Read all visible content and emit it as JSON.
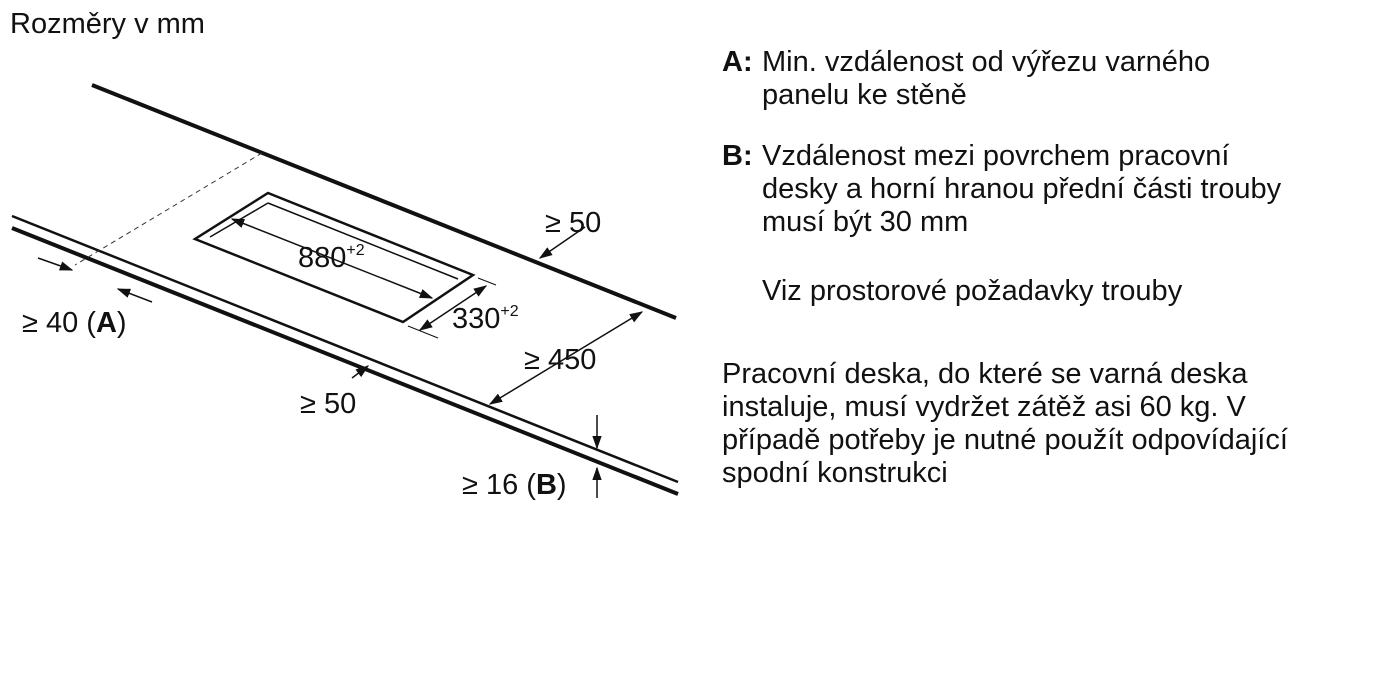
{
  "title": "Rozměry v mm",
  "diagram": {
    "dim_back": "≥ 50",
    "dim_width": "880",
    "dim_width_tol": "+2",
    "dim_depth": "330",
    "dim_depth_tol": "+2",
    "dim_front": "≥ 450",
    "dim_side": "≥ 50",
    "dim_wall_value": "≥ 40 (",
    "dim_wall_key": "A",
    "dim_wall_close": ")",
    "dim_thickness_value": "≥ 16 (",
    "dim_thickness_key": "B",
    "dim_thickness_close": ")"
  },
  "notes": {
    "a_key": "A:",
    "a_text": "Min. vzdálenost od výřezu varného panelu ke stěně",
    "b_key": "B:",
    "b_text": "Vzdálenost mezi povrchem pracovní desky a horní hranou přední části trouby musí být 30 mm",
    "oven": "Viz prostorové požadavky trouby",
    "load": "Pracovní deska, do které se varná deska instaluje, musí vydržet zátěž asi 60 kg. V případě potřeby je nutné použít odpovídající spodní konstrukci"
  }
}
